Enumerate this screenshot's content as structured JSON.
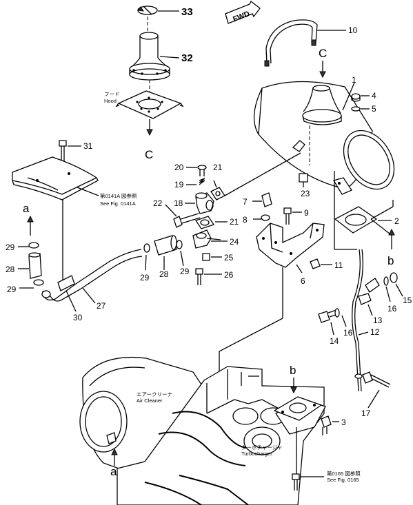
{
  "diagram": {
    "fwd_label": "FWD",
    "callouts": {
      "p1": "1",
      "p2": "2",
      "p3": "3",
      "p4": "4",
      "p5": "5",
      "p6": "6",
      "p7": "7",
      "p8": "8",
      "p9": "9",
      "p10": "10",
      "p11": "11",
      "p12": "12",
      "p13": "13",
      "p14": "14",
      "p15": "15",
      "p16a": "16",
      "p16b": "16",
      "p17": "17",
      "p18": "18",
      "p19": "19",
      "p20": "20",
      "p21a": "21",
      "p21b": "21",
      "p22": "22",
      "p23": "23",
      "p24": "24",
      "p25": "25",
      "p26": "26",
      "p27": "27",
      "p28a": "28",
      "p28b": "28",
      "p29a": "29",
      "p29b": "29",
      "p29c": "29",
      "p29d": "29",
      "p30": "30",
      "p31": "31",
      "p32": "32",
      "p33": "33"
    },
    "letters": {
      "c_top": "C",
      "c_hood": "C",
      "a_left": "a",
      "a_bottom": "a",
      "b_right": "b",
      "b_engine": "b"
    },
    "labels": {
      "hood_jp": "フード",
      "hood_en": "Hood",
      "fig0141_jp": "第0141A 図参照",
      "fig0141_en": "See Fig. 0141A",
      "air_cleaner_jp": "エアークリーナ",
      "air_cleaner_en": "Air Cleaner",
      "turbo_jp": "ターボチャージャ",
      "turbo_en": "Turbocharger",
      "fig0165_jp": "第0165 図参照",
      "fig0165_en": "See Fig. 0165"
    },
    "colors": {
      "line": "#000000",
      "background": "#ffffff"
    }
  }
}
